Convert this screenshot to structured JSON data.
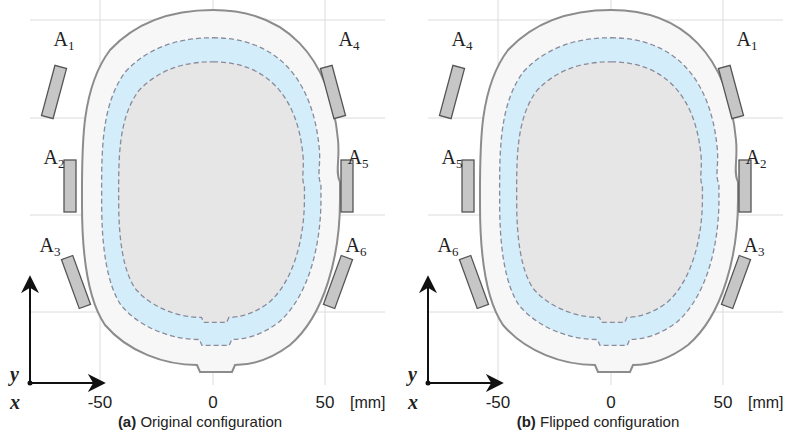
{
  "diagram": {
    "nodes": [
      {
        "text": [
          "A1"
        ]
      },
      {
        "text": [
          "A2"
        ]
      },
      {
        "text": [
          "A3"
        ]
      },
      {
        "text": [
          "A4"
        ]
      },
      {
        "text": [
          "A5"
        ]
      },
      {
        "text": [
          "A6"
        ]
      },
      {
        "text": [
          "A4"
        ]
      },
      {
        "text": [
          "A5"
        ]
      },
      {
        "text": [
          "A6"
        ]
      },
      {
        "text": [
          "A1"
        ]
      },
      {
        "text": [
          "A2"
        ]
      },
      {
        "text": [
          "A3"
        ]
      }
    ],
    "labels": [
      "y",
      "x",
      "-50",
      "0",
      "50",
      "[mm]",
      "(a) Original configuration",
      "y",
      "x",
      "-50",
      "0",
      "50",
      "[mm]",
      "(b) Flipped configuration"
    ]
  }
}
